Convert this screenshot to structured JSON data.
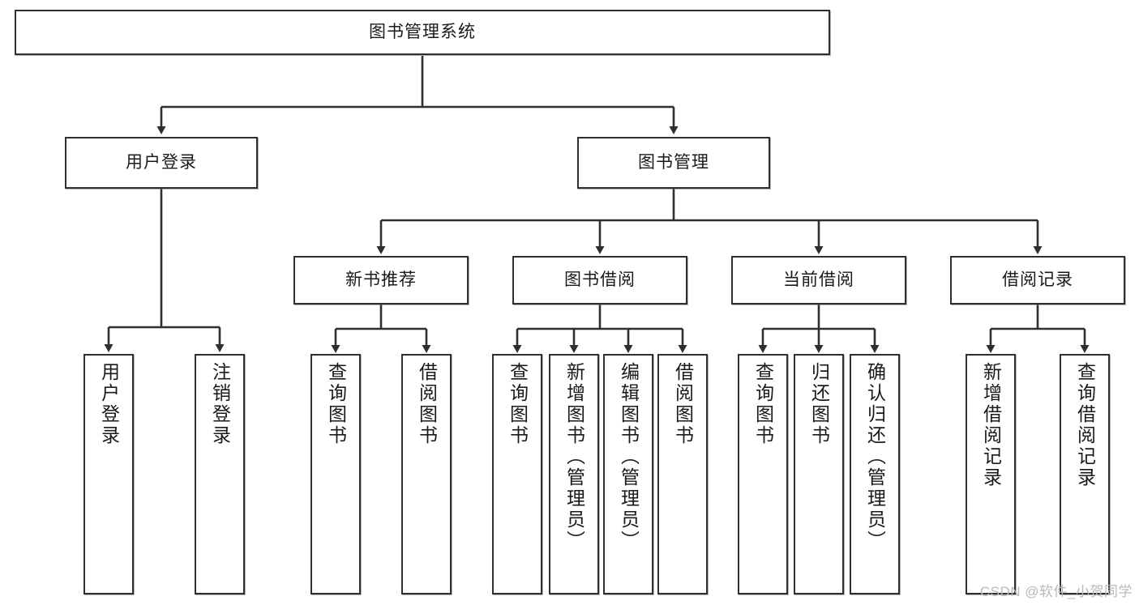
{
  "diagram": {
    "type": "tree",
    "title": "图书管理系统",
    "watermark": "CSDN @软件_小贺同学",
    "colors": {
      "box_border": "#2f2f2f",
      "box_fill": "#ffffff",
      "connector": "#2f2f2f",
      "watermark": "#b9b9b9",
      "background": "#ffffff"
    },
    "levels": {
      "root": "图书管理系统",
      "level2": [
        "用户登录",
        "图书管理"
      ],
      "level3": [
        "新书推荐",
        "图书借阅",
        "当前借阅",
        "借阅记录"
      ]
    },
    "nodes": {
      "root": {
        "label": "图书管理系统"
      },
      "user_login": {
        "label": "用户登录"
      },
      "book_manage": {
        "label": "图书管理"
      },
      "new_book_rec": {
        "label": "新书推荐"
      },
      "book_borrow": {
        "label": "图书借阅"
      },
      "current_borrow": {
        "label": "当前借阅"
      },
      "borrow_record": {
        "label": "借阅记录"
      }
    },
    "leaves": {
      "user_login": [
        {
          "label": "用户登录"
        },
        {
          "label": "注销登录"
        }
      ],
      "new_book_rec": [
        {
          "label": "查询图书"
        },
        {
          "label": "借阅图书"
        }
      ],
      "book_borrow": [
        {
          "label": "查询图书"
        },
        {
          "label": "新增图书（管理员）"
        },
        {
          "label": "编辑图书（管理员）"
        },
        {
          "label": "借阅图书"
        }
      ],
      "current_borrow": [
        {
          "label": "查询图书"
        },
        {
          "label": "归还图书"
        },
        {
          "label": "确认归还（管理员）"
        }
      ],
      "borrow_record": [
        {
          "label": "新增借阅记录"
        },
        {
          "label": "查询借阅记录"
        }
      ]
    }
  }
}
